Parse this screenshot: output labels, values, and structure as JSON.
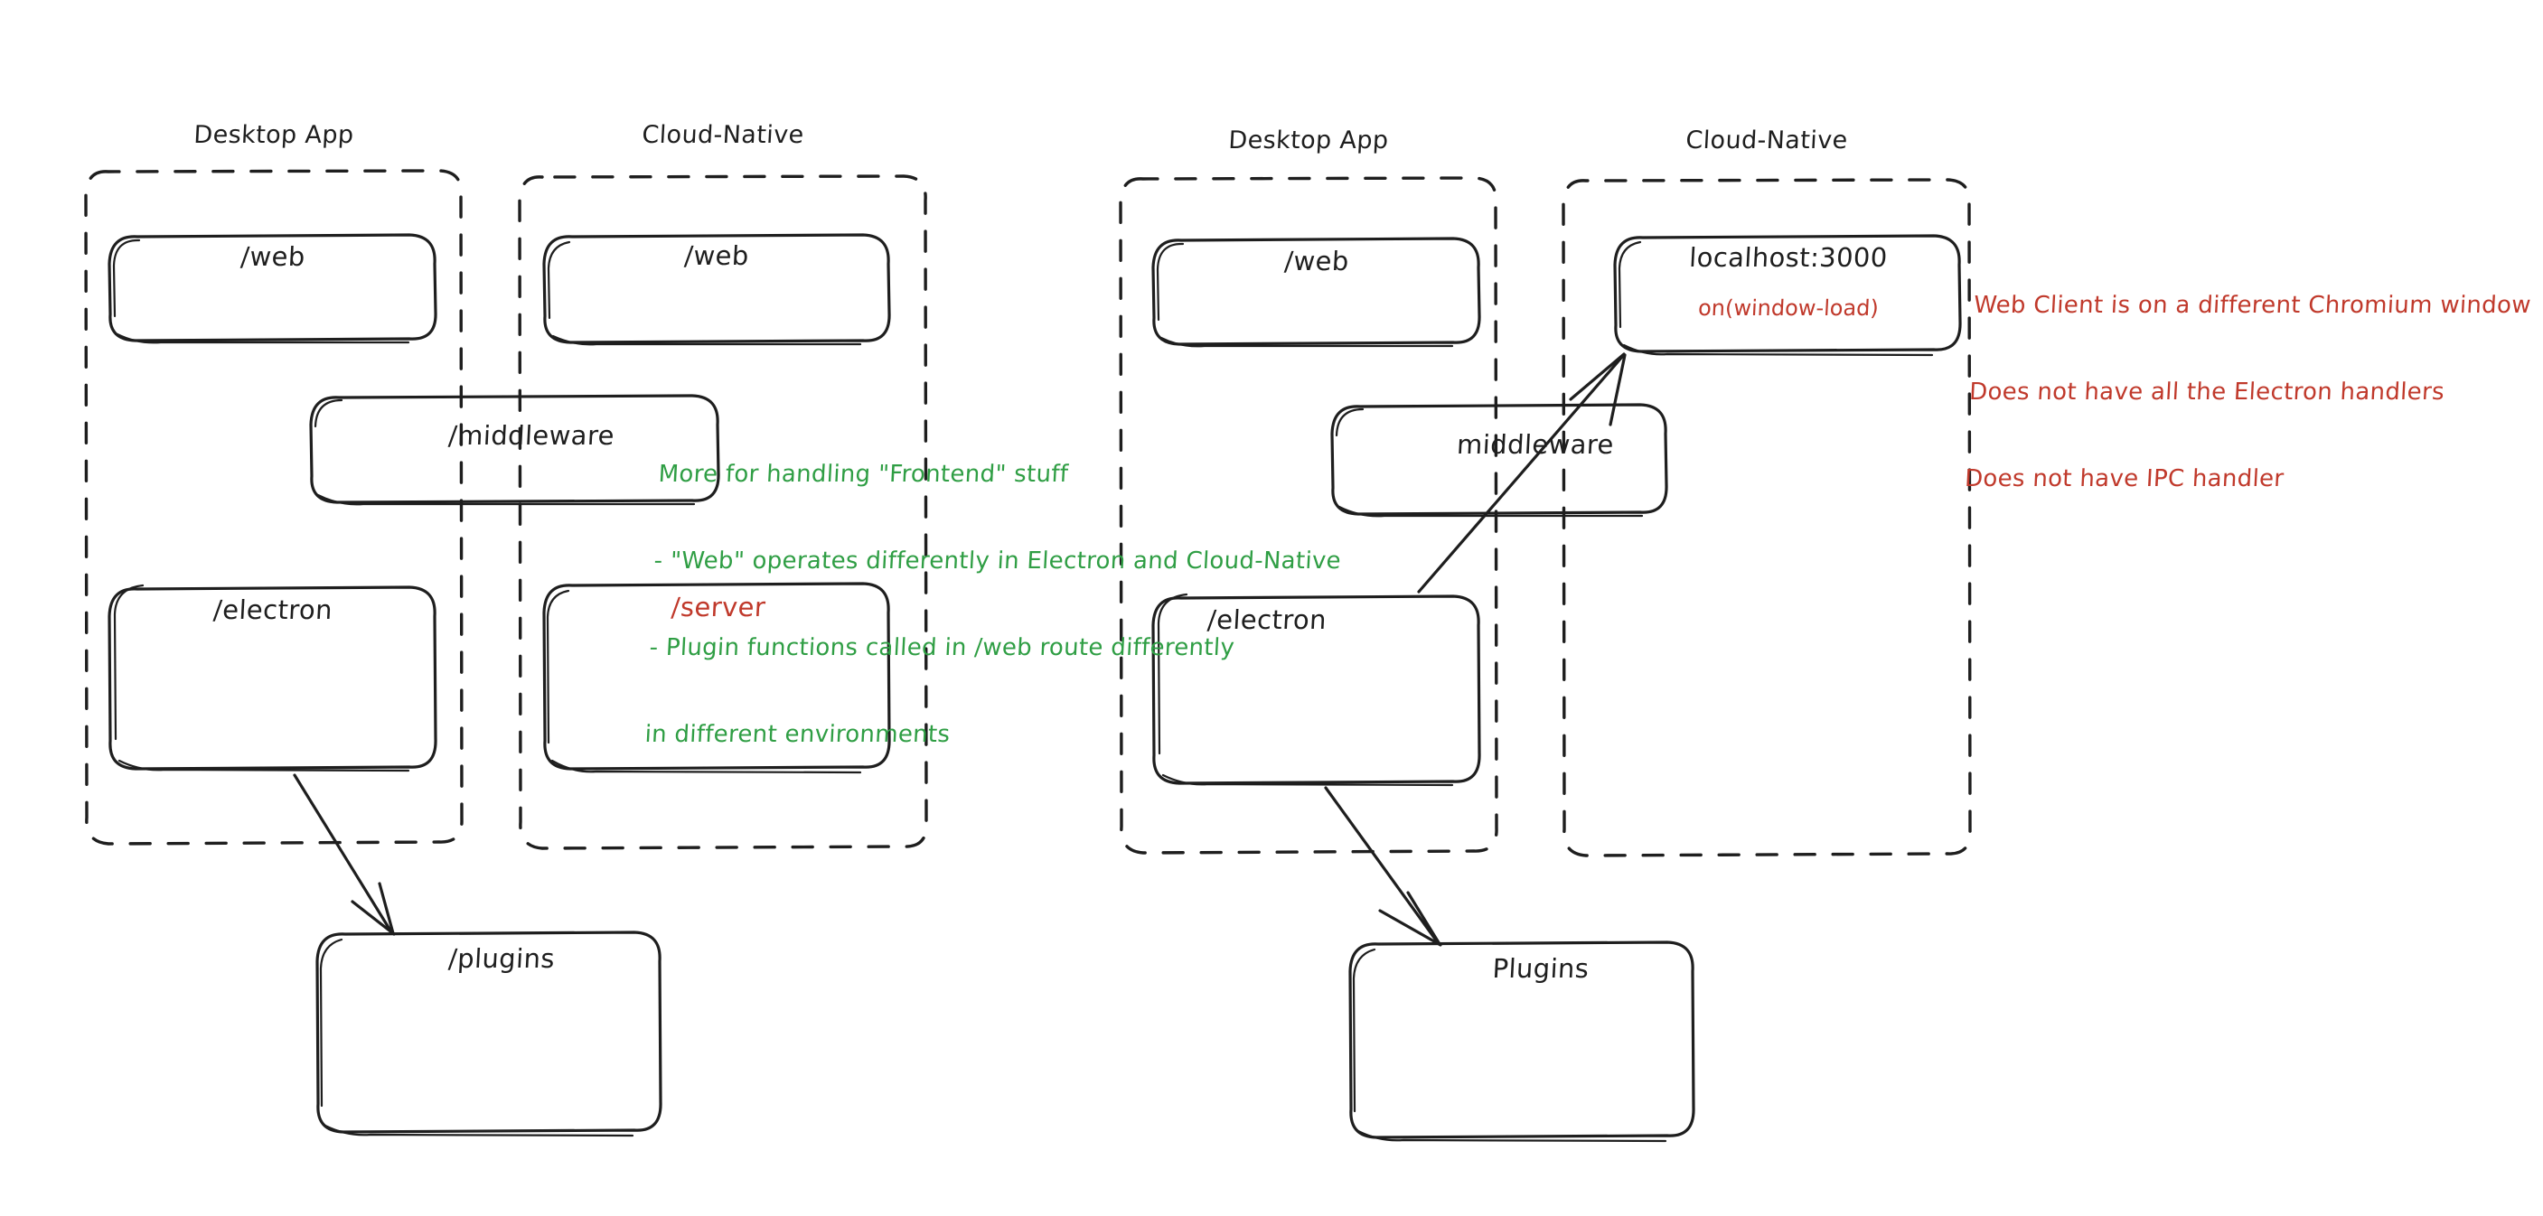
{
  "diagram": {
    "title": "Electron vs Cloud-Native architecture sketch",
    "style": "hand-drawn",
    "colors": {
      "stroke": "#1e1e1e",
      "green": "#2f9e44",
      "red": "#c0392b",
      "background": "#ffffff"
    }
  },
  "left_diagram": {
    "groups": [
      {
        "id": "left-desktop-app",
        "title": "Desktop App"
      },
      {
        "id": "left-cloud-native",
        "title": "Cloud-Native"
      }
    ],
    "nodes": [
      {
        "id": "left-desktop-web",
        "label": "/web",
        "color": "black"
      },
      {
        "id": "left-cloud-web",
        "label": "/web",
        "color": "black"
      },
      {
        "id": "left-middleware",
        "label": "/middleware",
        "color": "black"
      },
      {
        "id": "left-electron",
        "label": "/electron",
        "color": "black"
      },
      {
        "id": "left-server",
        "label": "/server",
        "color": "red"
      },
      {
        "id": "left-plugins",
        "label": "/plugins",
        "color": "black"
      }
    ],
    "annotation": {
      "color": "green",
      "lines": [
        "More for handling \"Frontend\" stuff",
        "- \"Web\" operates differently in Electron and Cloud-Native",
        "- Plugin functions called in /web route differently",
        "in different environments"
      ]
    },
    "edges": [
      {
        "from": "left-electron",
        "to": "left-plugins",
        "arrow": true
      }
    ]
  },
  "right_diagram": {
    "groups": [
      {
        "id": "right-desktop-app",
        "title": "Desktop App"
      },
      {
        "id": "right-cloud-native",
        "title": "Cloud-Native"
      }
    ],
    "nodes": [
      {
        "id": "right-desktop-web",
        "label": "/web",
        "color": "black"
      },
      {
        "id": "right-localhost",
        "label": "localhost:3000",
        "color": "black",
        "sublabel": "on(window-load)",
        "sublabel_color": "red"
      },
      {
        "id": "right-middleware",
        "label": "middleware",
        "color": "black"
      },
      {
        "id": "right-electron",
        "label": "/electron",
        "color": "black"
      },
      {
        "id": "right-plugins",
        "label": "Plugins",
        "color": "black"
      }
    ],
    "annotation": {
      "color": "red",
      "lines": [
        "Web Client is on a different Chromium window",
        "Does not have all the Electron handlers",
        "Does not have IPC handler"
      ]
    },
    "edges": [
      {
        "from": "right-electron",
        "to": "right-localhost",
        "arrow": true
      },
      {
        "from": "right-electron",
        "to": "right-plugins",
        "arrow": true
      }
    ]
  }
}
